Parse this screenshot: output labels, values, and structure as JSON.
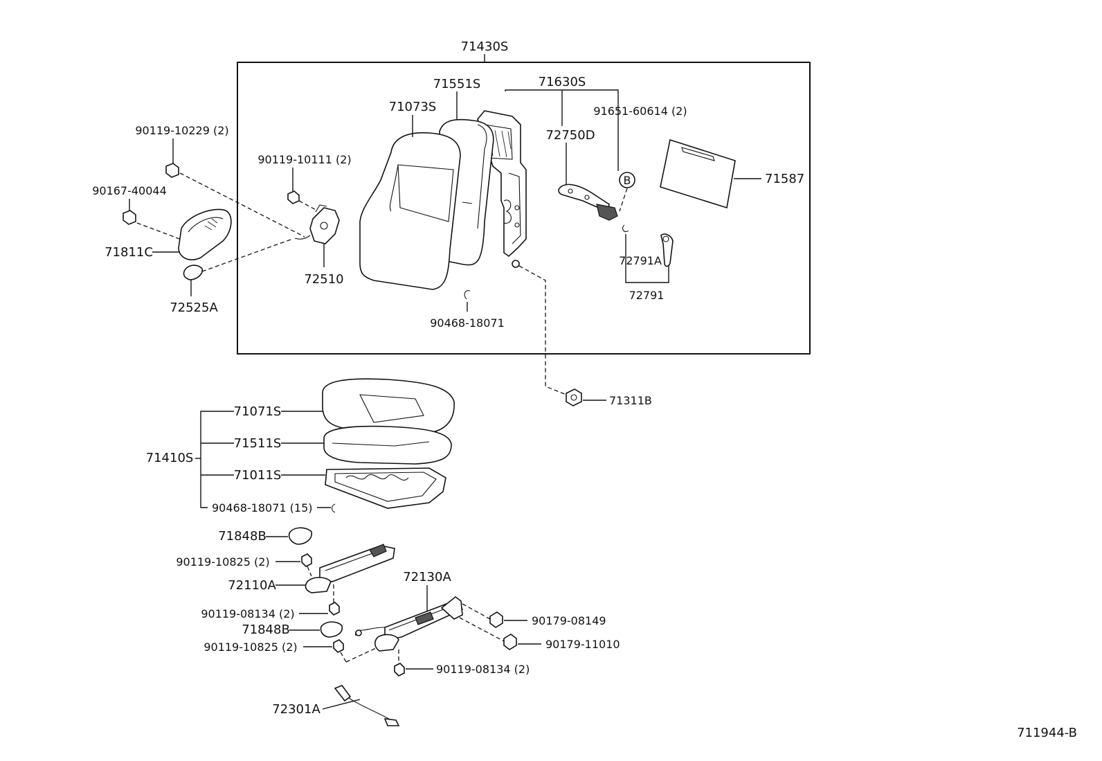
{
  "diagram_id": "711944-B",
  "labels": {
    "backrest_assembly": "71430S",
    "backrest_frame": "71630S",
    "backrest_pad": "71551S",
    "backrest_cover": "71073S",
    "bolt_90119_10229": "90119-10229 (2)",
    "screw_90167_40044": "90167-40044",
    "cover_71811C": "71811C",
    "knob_72525A": "72525A",
    "bolt_90119_10111": "90119-10111 (2)",
    "recliner_72510": "72510",
    "hog_ring_90468_18071": "90468-18071",
    "pin_91651_60614": "91651-60614 (2)",
    "lever_72750D": "72750D",
    "board_71587": "71587",
    "marker_b": "B",
    "clip_72791A": "72791A",
    "lock_72791": "72791",
    "nut_71311B": "71311B",
    "cushion_assembly": "71410S",
    "cushion_cover": "71071S",
    "cushion_pad": "71511S",
    "cushion_frame": "71011S",
    "hog_ring_15": "90468-18071 (15)",
    "cap_71848B_top": "71848B",
    "bolt_90119_10825_top": "90119-10825 (2)",
    "track_72110A": "72110A",
    "bolt_90119_08134_top": "90119-08134 (2)",
    "cap_71848B_bottom": "71848B",
    "bolt_90119_10825_bottom": "90119-10825 (2)",
    "track_72130A": "72130A",
    "nut_90179_08149": "90179-08149",
    "nut_90179_11010": "90179-11010",
    "bolt_90119_08134_bottom": "90119-08134 (2)",
    "cable_72301A": "72301A"
  }
}
